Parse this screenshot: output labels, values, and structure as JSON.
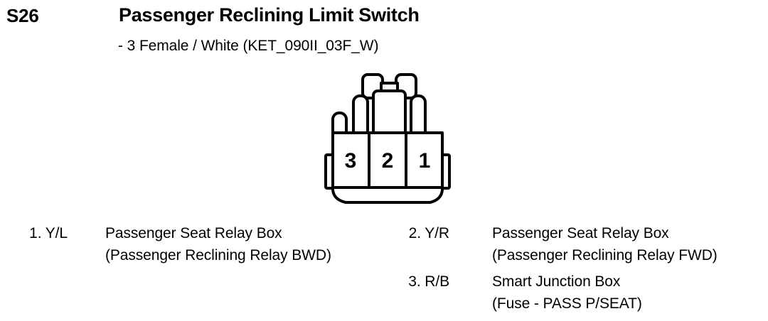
{
  "header": {
    "connector_id": "S26",
    "title": "Passenger Reclining Limit Switch",
    "subtitle": "- 3 Female / White (KET_090II_03F_W)"
  },
  "connector": {
    "name": "connector-face-diagram",
    "type": "3-way female connector",
    "color": "White",
    "part_code": "KET_090II_03F_W",
    "cavity_labels": [
      "3",
      "2",
      "1"
    ],
    "stroke_color": "#000000",
    "fill_color": "#ffffff"
  },
  "pins_left": [
    {
      "ref": "1. Y/L",
      "line1": "Passenger Seat Relay Box",
      "line2": "(Passenger Reclining Relay BWD)"
    }
  ],
  "pins_right": [
    {
      "ref": "2. Y/R",
      "line1": "Passenger Seat Relay Box",
      "line2": "(Passenger Reclining Relay FWD)"
    },
    {
      "ref": "3. R/B",
      "line1": "Smart Junction Box",
      "line2": "(Fuse - PASS P/SEAT)"
    }
  ]
}
